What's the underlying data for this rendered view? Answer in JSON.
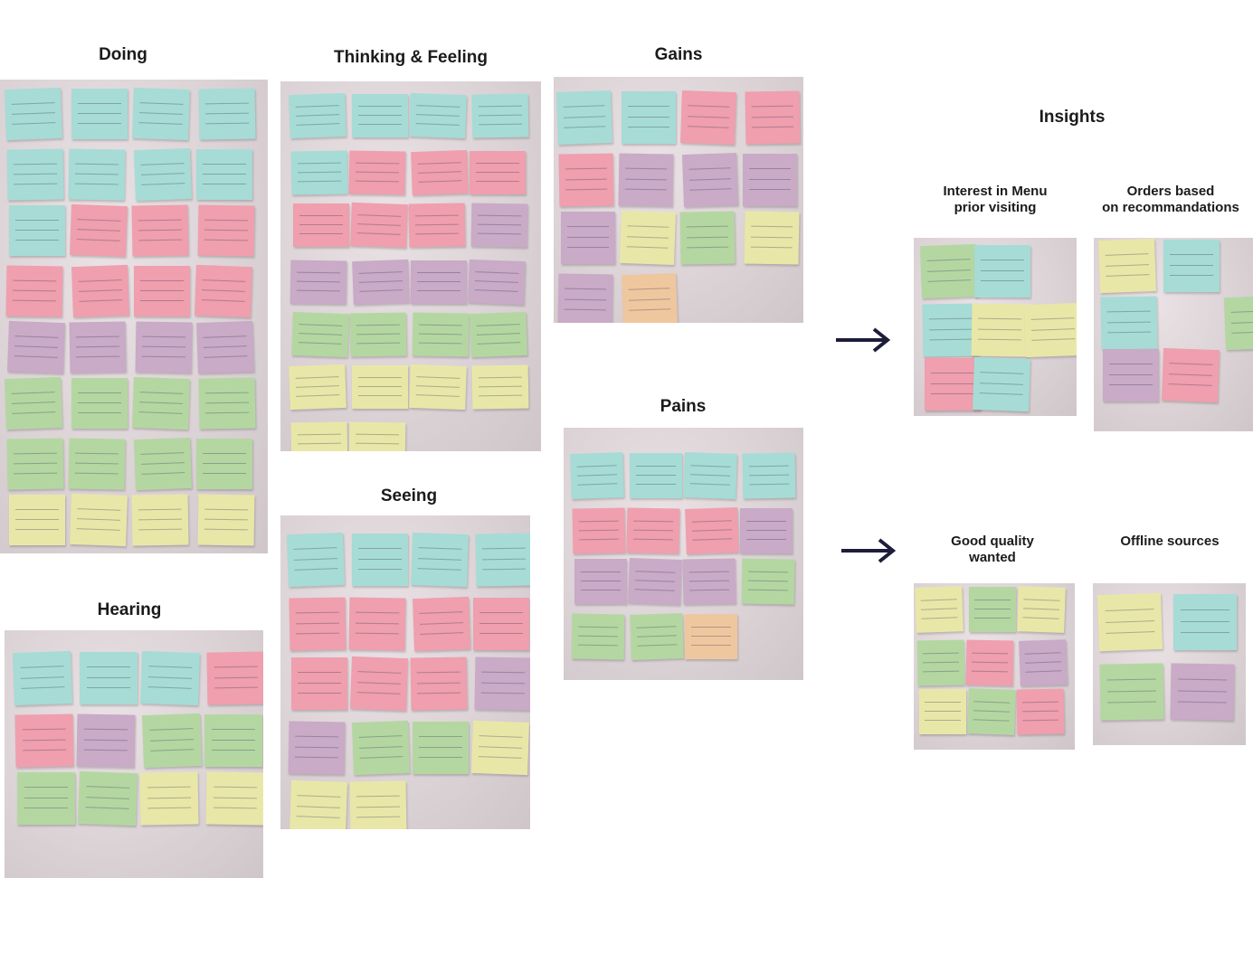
{
  "sections": {
    "doing": "Doing",
    "thinking_feeling": "Thinking & Feeling",
    "gains": "Gains",
    "hearing": "Hearing",
    "seeing": "Seeing",
    "pains": "Pains",
    "insights": "Insights"
  },
  "insight_groups": {
    "interest_menu": "Interest in Menu\nprior visiting",
    "orders_based": "Orders based\non recommandations",
    "good_quality": "Good quality\nwanted",
    "offline_sources": "Offline sources"
  },
  "colors": {
    "teal": "#a6dcd5",
    "pink": "#ef9fae",
    "purple": "#c9aac7",
    "green": "#b4d7a2",
    "yellow": "#e9e7a8",
    "orange": "#efc79f",
    "arrow": "#1d1d3a"
  }
}
